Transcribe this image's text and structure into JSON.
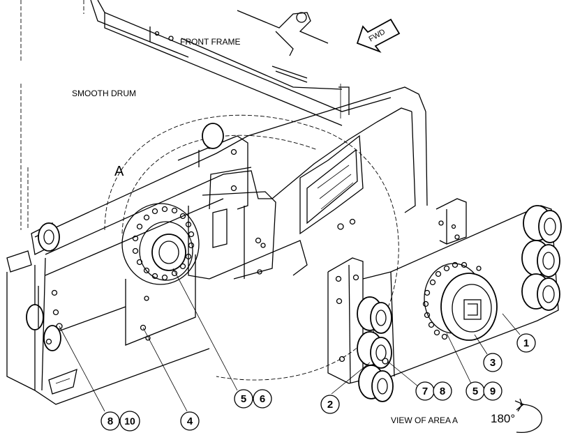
{
  "labels": {
    "front_frame": "FRONT FRAME",
    "smooth_drum": "SMOOTH DRUM",
    "area_marker": "A",
    "fwd": "FWD",
    "view_of_area": "VIEW OF AREA  A",
    "rotation": "180°"
  },
  "callouts": {
    "c1": "1",
    "c2": "2",
    "c3": "3",
    "c4": "4",
    "c5a": "5",
    "c6": "6",
    "c7": "7",
    "c8a": "8",
    "c5b": "5",
    "c9": "9",
    "c8b": "8",
    "c10": "10"
  }
}
